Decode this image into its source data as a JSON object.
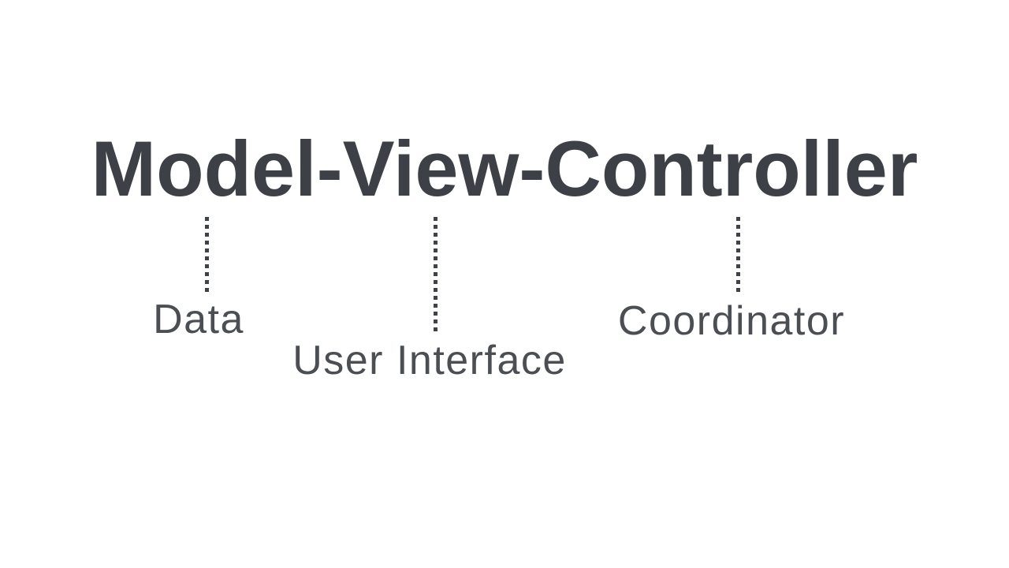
{
  "title": "Model-View-Controller",
  "connectors": [
    {
      "term": "Model",
      "meaning": "Data"
    },
    {
      "term": "View",
      "meaning": "User Interface"
    },
    {
      "term": "Controller",
      "meaning": "Coordinator"
    }
  ],
  "colors": {
    "background": "#ffffff",
    "title_text": "#3d4046",
    "label_text": "#4b4e53",
    "dotted_line": "#3f4247"
  }
}
